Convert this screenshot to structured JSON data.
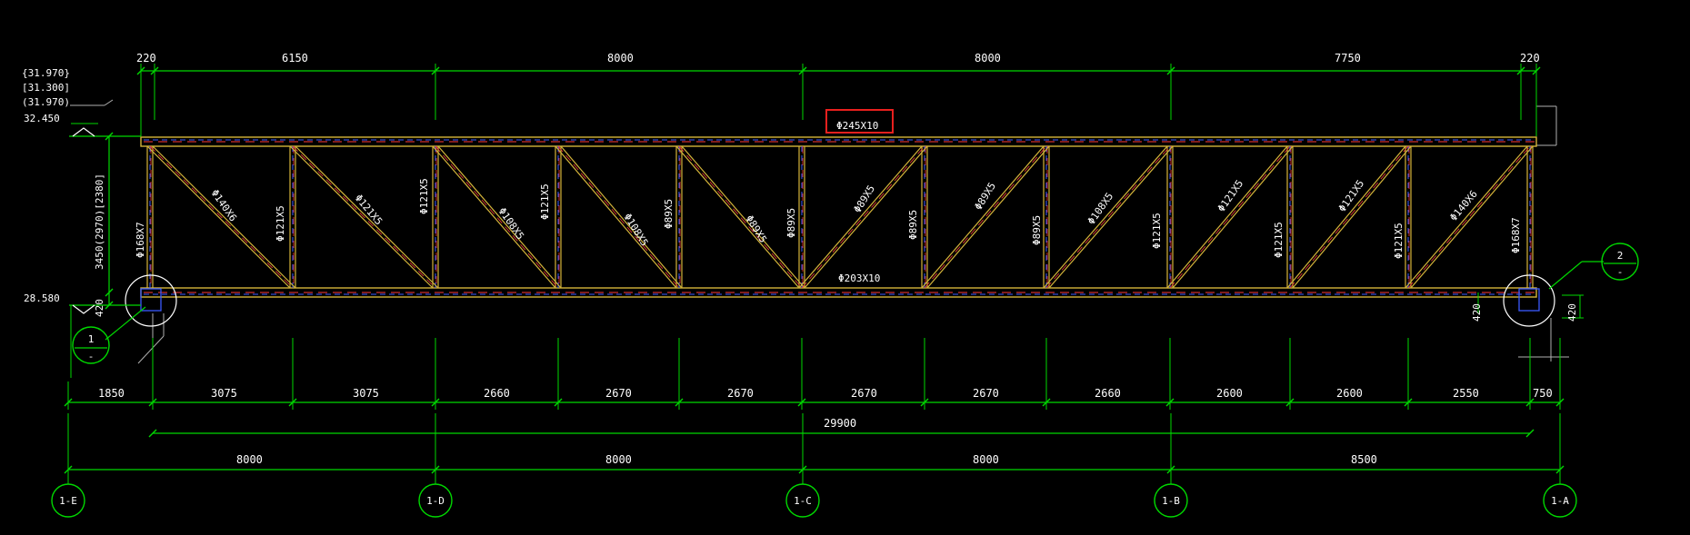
{
  "elevations": {
    "top_lines": [
      "{31.970}",
      "[31.300]",
      "(31.970)"
    ],
    "top": "32.450",
    "bottom": "28.580",
    "height_note": "3450(2970)[2380]"
  },
  "top_dims": [
    "220",
    "6150",
    "8000",
    "8000",
    "7750",
    "220"
  ],
  "bay_dims": [
    "1850",
    "3075",
    "3075",
    "2660",
    "2670",
    "2670",
    "2670",
    "2670",
    "2660",
    "2600",
    "2600",
    "2550",
    "750"
  ],
  "total_dim": "29900",
  "axis_dims": [
    "8000",
    "8000",
    "8000",
    "8500"
  ],
  "axes": [
    "1-E",
    "1-D",
    "1-C",
    "1-B",
    "1-A"
  ],
  "section_marks": [
    {
      "number": "1",
      "sub": "-"
    },
    {
      "number": "2",
      "sub": "-"
    }
  ],
  "members": {
    "top_chord": "Φ245X10",
    "bottom_chord": "Φ203X10",
    "end_post_left": "Φ168X7",
    "end_post_right": "Φ168X7",
    "small_dims": [
      "420",
      "420",
      "420"
    ],
    "verticals": [
      "Φ121X5",
      "Φ121X5",
      "Φ121X5",
      "Φ89X5",
      "Φ89X5",
      "Φ89X5",
      "Φ89X5",
      "Φ121X5",
      "Φ121X5",
      "Φ121X5"
    ],
    "diagonals": [
      "Φ140X6",
      "Φ121X5",
      "Φ108X5",
      "Φ108X5",
      "Φ89X5",
      "Φ89X5",
      "Φ89X5",
      "Φ108X5",
      "Φ121X5",
      "Φ121X5",
      "Φ140X6"
    ]
  },
  "colors": {
    "background": "#000000",
    "dimension": "#00d800",
    "member": "#d4b43a",
    "member_inner": "#ff3a3a",
    "centerline": "#3a5aff",
    "text": "#ffffff",
    "highlight": "#e8201e",
    "guide": "#b0b0b0"
  }
}
